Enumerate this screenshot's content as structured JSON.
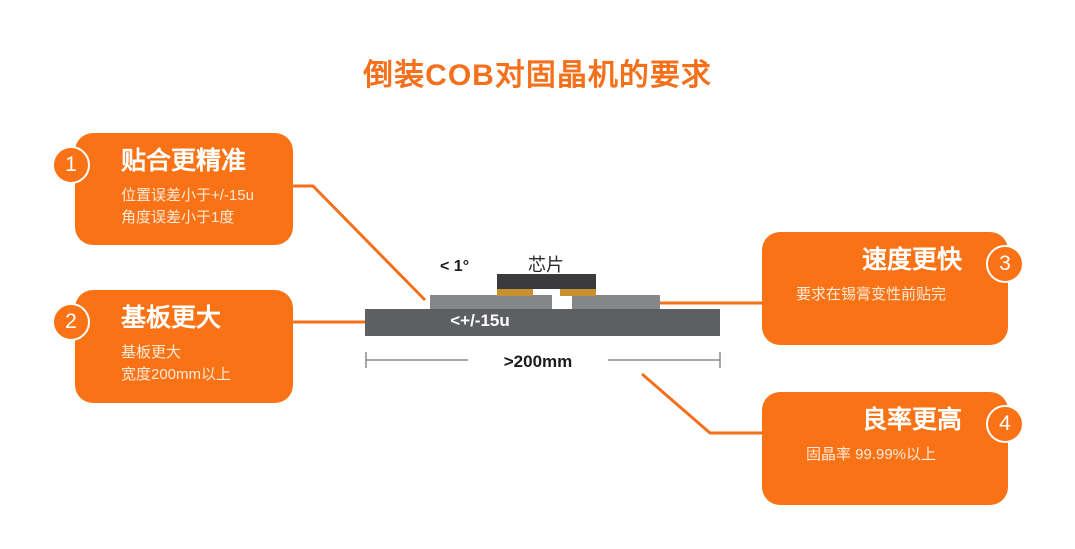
{
  "page": {
    "title": "倒装COB对固晶机的要求",
    "accent_color": "#f97316",
    "title_color": "#f4701b"
  },
  "cards": [
    {
      "number": "1",
      "side": "left",
      "heading": "贴合更精准",
      "lines": [
        "位置误差小于+/-15u",
        "角度误差小于1度"
      ]
    },
    {
      "number": "2",
      "side": "left",
      "heading": "基板更大",
      "lines": [
        "基板更大",
        "宽度200mm以上"
      ]
    },
    {
      "number": "3",
      "side": "right",
      "heading": "速度更快",
      "lines": [
        "要求在锡膏变性前贴完"
      ]
    },
    {
      "number": "4",
      "side": "right",
      "heading": "良率更高",
      "lines": [
        "固晶率 99.99%以上"
      ]
    }
  ],
  "diagram": {
    "chip_label": "芯片",
    "angle_label": "< 1°",
    "substrate_label": "<+/-15u",
    "width_label": ">200mm",
    "colors": {
      "chip": "#3b3b3d",
      "pad": "#c9902f",
      "pcb": "#85868a",
      "substrate": "#5e5f62",
      "dimension_line": "#8a8a8a"
    }
  }
}
